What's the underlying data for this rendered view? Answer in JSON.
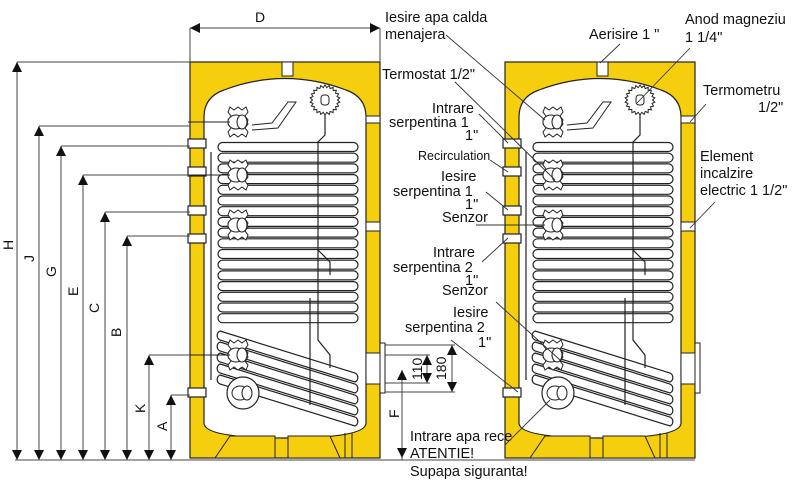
{
  "diagram": {
    "title": "Boiler cu doua serpentine - schema racorduri",
    "colors": {
      "insulation": "#f5cf0d",
      "outline": "#222222",
      "background": "#ffffff"
    },
    "dimension_labels": {
      "width": "D",
      "heights": [
        "H",
        "J",
        "G",
        "E",
        "C",
        "B",
        "K",
        "A"
      ],
      "side_flange": "F",
      "flange_inner": "110",
      "flange_outer": "180"
    },
    "connection_labels": {
      "hot_water_outlet_line1": "Iesire apa calda",
      "hot_water_outlet_line2": "menajera",
      "thermostat": "Termostat 1/2\"",
      "coil1_inlet_line1": "Intrare",
      "coil1_inlet_line2": "serpentina 1",
      "coil1_inlet_line3": "1\"",
      "recirculation": "Recirculation",
      "coil1_outlet_line1": "Iesire",
      "coil1_outlet_line2": "serpentina 1",
      "coil1_outlet_line3": "1\"",
      "sensor1": "Senzor",
      "coil2_inlet_line1": "Intrare",
      "coil2_inlet_line2": "serpentina 2",
      "coil2_inlet_line3": "1\"",
      "sensor2": "Senzor",
      "coil2_outlet_line1": "Iesire",
      "coil2_outlet_line2": "serpentina 2",
      "coil2_outlet_line3": "1\"",
      "cold_water_inlet": "Intrare apa rece",
      "warning_line1": "ATENTIE!",
      "warning_line2": "Supapa siguranta!",
      "vent": "Aerisire 1 \"",
      "anode_line1": "Anod magneziu",
      "anode_line2": "1 1/4\"",
      "thermometer_line1": "Termometru",
      "thermometer_line2": "1/2\"",
      "heater_line1": "Element",
      "heater_line2": "incalzire",
      "heater_line3": "electric 1 1/2\""
    }
  }
}
